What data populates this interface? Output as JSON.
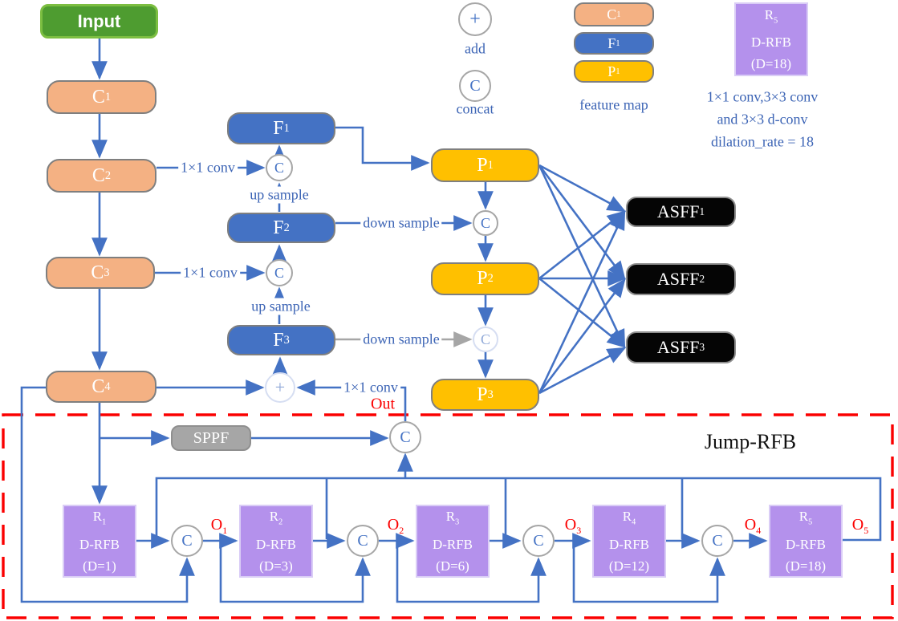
{
  "symbols": {
    "add": "+",
    "concat": "C"
  },
  "edge_labels": {
    "conv_1x1": "1×1 conv",
    "up_sample": "up sample",
    "down_sample": "down sample"
  },
  "backbone": {
    "input": "Input",
    "c_boxes": [
      {
        "base": "C",
        "sub": "1"
      },
      {
        "base": "C",
        "sub": "2"
      },
      {
        "base": "C",
        "sub": "3"
      },
      {
        "base": "C",
        "sub": "4"
      }
    ]
  },
  "fpn": {
    "f_boxes": [
      {
        "base": "F",
        "sub": "1"
      },
      {
        "base": "F",
        "sub": "2"
      },
      {
        "base": "F",
        "sub": "3"
      }
    ],
    "p_boxes": [
      {
        "base": "P",
        "sub": "1"
      },
      {
        "base": "P",
        "sub": "2"
      },
      {
        "base": "P",
        "sub": "3"
      }
    ],
    "asff_boxes": [
      {
        "base": "ASFF",
        "sub": "1"
      },
      {
        "base": "ASFF",
        "sub": "2"
      },
      {
        "base": "ASFF",
        "sub": "3"
      }
    ]
  },
  "legend": {
    "add_label": "add",
    "concat_label": "concat",
    "feature_boxes": [
      {
        "base": "C",
        "sub": "1"
      },
      {
        "base": "F",
        "sub": "1"
      },
      {
        "base": "P",
        "sub": "1"
      }
    ],
    "feature_map_label": "feature map",
    "rfb_example": {
      "base": "R",
      "sub": "5",
      "name": "D-RFB",
      "dilation": "(D=18)"
    },
    "rfb_desc_lines": [
      "1×1 conv,3×3 conv",
      "and 3×3 d-conv",
      "dilation_rate = 18"
    ]
  },
  "jump_rfb": {
    "title": "Jump-RFB",
    "out_label": "Out",
    "sppf": "SPPF",
    "r_boxes": [
      {
        "base": "R",
        "sub": "1",
        "name": "D-RFB",
        "dilation": "(D=1)"
      },
      {
        "base": "R",
        "sub": "2",
        "name": "D-RFB",
        "dilation": "(D=3)"
      },
      {
        "base": "R",
        "sub": "3",
        "name": "D-RFB",
        "dilation": "(D=6)"
      },
      {
        "base": "R",
        "sub": "4",
        "name": "D-RFB",
        "dilation": "(D=12)"
      },
      {
        "base": "R",
        "sub": "5",
        "name": "D-RFB",
        "dilation": "(D=18)"
      }
    ],
    "o_labels": [
      {
        "base": "O",
        "sub": "1"
      },
      {
        "base": "O",
        "sub": "2"
      },
      {
        "base": "O",
        "sub": "3"
      },
      {
        "base": "O",
        "sub": "4"
      },
      {
        "base": "O",
        "sub": "5"
      }
    ]
  },
  "colors": {
    "arrow_blue": "#4472C4",
    "label_blue": "#3C64B5",
    "backbone_peach": "#F4B183",
    "feature_blue": "#4472C4",
    "pyramid_yellow": "#FFC000",
    "rfb_purple": "#B491EC",
    "input_green": "#4E9C30",
    "sppf_gray": "#A6A6A6",
    "accent_red": "#FB0000",
    "asff_black": "#050505"
  }
}
